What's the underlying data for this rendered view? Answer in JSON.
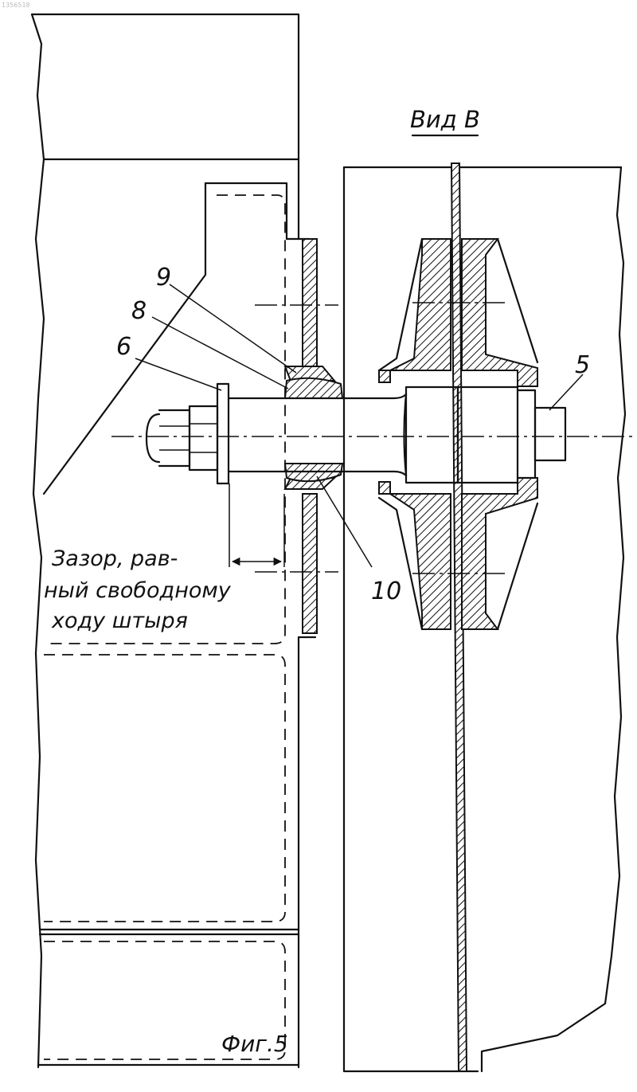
{
  "figure": {
    "view_title": "Вид В",
    "caption": "Фиг.5",
    "corner_mark": "1356518",
    "callouts": [
      "9",
      "8",
      "6",
      "5",
      "10"
    ],
    "note_lines": [
      "Зазор, рав-",
      "ный свободному",
      "ходу штыря"
    ]
  }
}
